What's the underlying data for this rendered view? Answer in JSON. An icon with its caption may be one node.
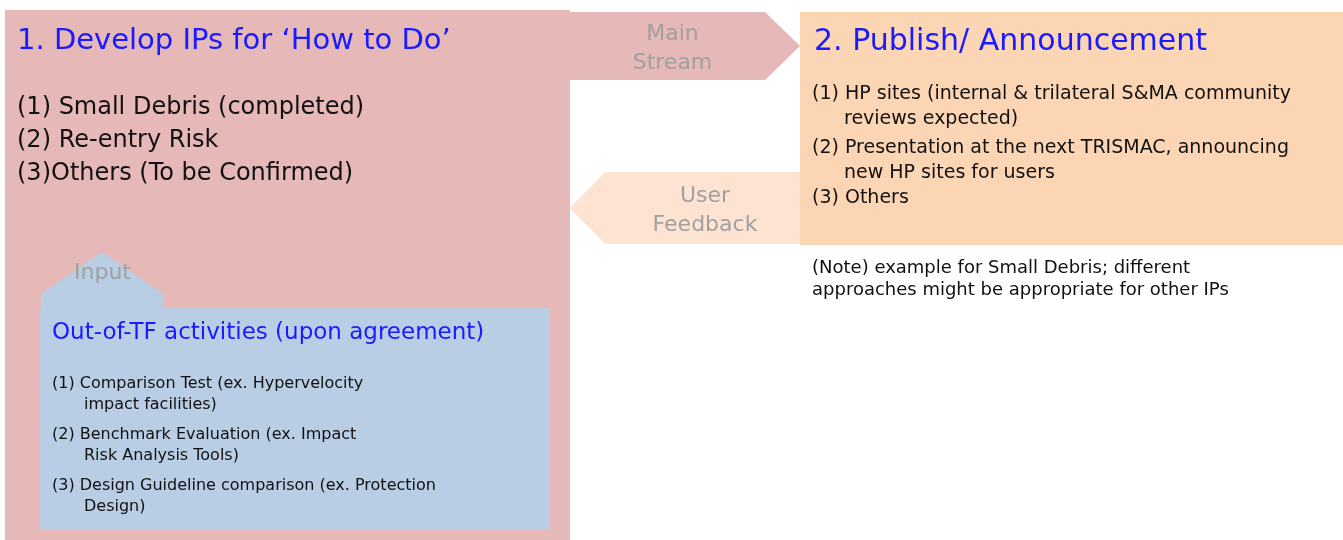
{
  "diagram": {
    "nodes": [
      {
        "text": [
          "1. Develop IPs for ‘How to Do’",
          "(1) Small Debris (completed)",
          "(2) Re-entry Risk",
          "(3)Others (To be Confirmed)"
        ]
      },
      {
        "text": [
          "2. Publish/ Announcement",
          "(1) HP sites (internal & trilateral S&MA community reviews expected)",
          "(2) Presentation at the next TRISMAC, announcing new HP sites for users",
          "(3) Others"
        ]
      },
      {
        "text": [
          "Out-of-TF activities (upon agreement)",
          "(1) Comparison Test (ex. Hypervelocity impact facilities)",
          "(2) Benchmark Evaluation (ex. Impact Risk Analysis Tools)",
          "(3) Design Guideline comparison (ex. Protection Design)"
        ],
        "in": 0
      }
    ],
    "edges": [
      {
        "from": 0,
        "to": 1,
        "arrow": "to",
        "label": "Main Stream"
      },
      {
        "from": 1,
        "to": 0,
        "arrow": "to",
        "label": "User Feedback"
      },
      {
        "from": 2,
        "to": 0,
        "arrow": "to",
        "label": "Input"
      }
    ],
    "labels": [
      "(Note) example for Small Debris; different approaches might be appropriate for other IPs"
    ]
  }
}
